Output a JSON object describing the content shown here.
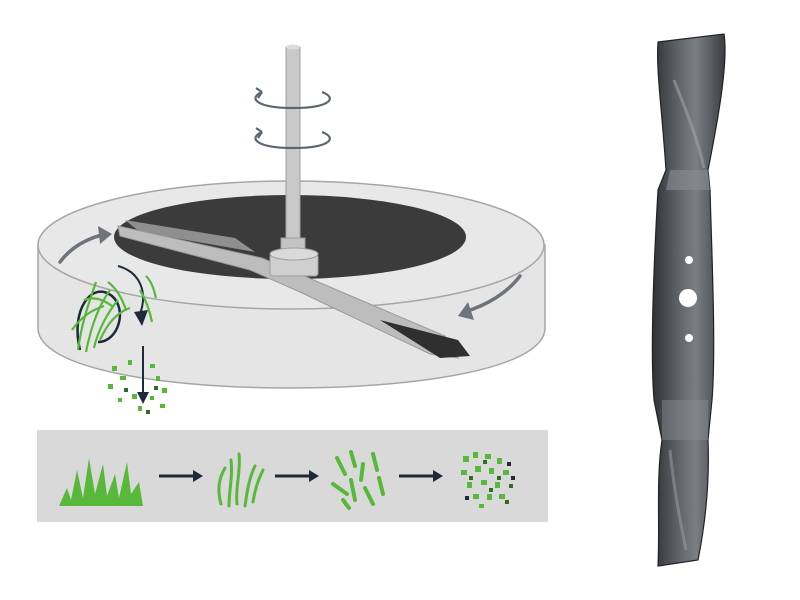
{
  "colors": {
    "background": "#ffffff",
    "deck_fill": "#e6e6e6",
    "deck_outline": "#a6a6a6",
    "deck_opening": "#3a3a3a",
    "strip_background": "#d9d9d9",
    "grass_green": "#57b83a",
    "grass_dark": "#2e6e1f",
    "arrow_dark": "#1d2a3a",
    "blade_metal": "#4a4d51"
  },
  "icons": {
    "rotation_arrows": "circular-arrow-icon",
    "airflow_arrows": "curved-arrow-icon",
    "process_arrows": "right-arrow-icon"
  },
  "process_steps": [
    {
      "name": "grass-tuft"
    },
    {
      "name": "cut-blades"
    },
    {
      "name": "chopped-pieces"
    },
    {
      "name": "mulch-fragments"
    }
  ]
}
